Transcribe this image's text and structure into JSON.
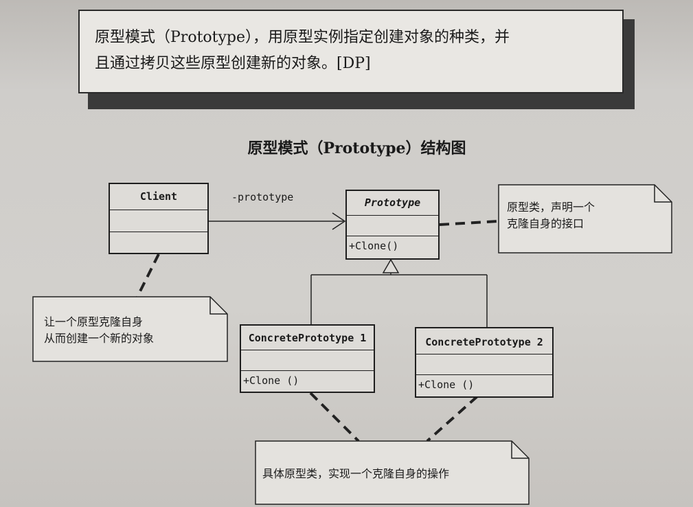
{
  "definition": {
    "line1": "原型模式（Prototype），用原型实例指定创建对象的种类，并",
    "line2": "且通过拷贝这些原型创建新的对象。[DP]"
  },
  "diagram_title": "原型模式（Prototype）结构图",
  "classes": {
    "client": {
      "name": "Client"
    },
    "prototype": {
      "name": "Prototype",
      "operation": "+Clone()"
    },
    "concrete1": {
      "name": "ConcretePrototype 1",
      "operation": "+Clone ()"
    },
    "concrete2": {
      "name": "ConcretePrototype 2",
      "operation": "+Clone ()"
    }
  },
  "association_label": "-prototype",
  "notes": {
    "prototype_note": {
      "line1": "原型类，声明一个",
      "line2": "克隆自身的接口"
    },
    "client_note": {
      "line1": "让一个原型克隆自身",
      "line2": "从而创建一个新的对象"
    },
    "concrete_note": {
      "line1": "具体原型类，实现一个克隆自身的操作"
    }
  }
}
